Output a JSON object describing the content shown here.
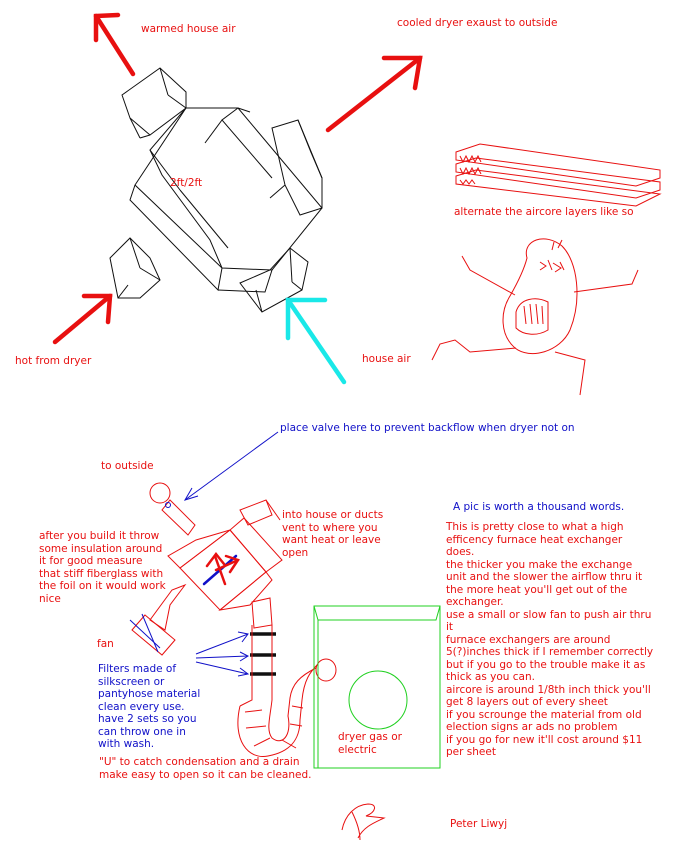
{
  "colors": {
    "red": "#e81010",
    "cyan": "#1ae8e8",
    "blue": "#1010c8",
    "black": "#101010",
    "green": "#20d020"
  },
  "top": {
    "warmed_air": "warmed house air",
    "cooled_exhaust": "cooled dryer exaust to outside",
    "size_label": "2ft/2ft",
    "alternate_layers": "alternate the aircore layers like so",
    "hot_from_dryer": "hot from dryer",
    "house_air": "house air"
  },
  "bottom": {
    "valve_note": "place valve here to prevent backflow when dryer not on",
    "to_outside": "to outside",
    "into_house": "into house or ducts\nvent to where you\nwant heat or leave\nopen",
    "insulation_note": "after you build it throw\nsome insulation around\nit for good measure\nthat stiff fiberglass with\nthe foil on it would work\nnice",
    "fan": "fan",
    "filters_note": "Filters made of\nsilkscreen or\npantyhose material\nclean every use.\nhave 2 sets so you\ncan throw one in\nwith wash.",
    "u_note": "\"U\" to catch condensation and a drain\nmake easy to open so it can be cleaned.",
    "dryer_label": "dryer gas or\nelectric",
    "pic_worth": "A pic is worth a thousand words.",
    "explanation": "This is pretty close to what a high\nefficency furnace heat exchanger\ndoes.\nthe thicker you make the exchange\nunit and the slower the airflow thru it\nthe more heat you'll get out of the\nexchanger.\nuse a small or slow fan to push air thru\nit\nfurnace exchangers are around\n5(?)inches thick if I remember correctly\nbut if you go to the trouble make it as\nthick as you can.\naircore is around 1/8th inch thick you'll\nget 8 layers out of every sheet\nif you scrounge the material from old\nelection signs ar ads no problem\nif you go for new it'll cost around $11\nper sheet",
    "signature": "Peter Liwyj"
  }
}
